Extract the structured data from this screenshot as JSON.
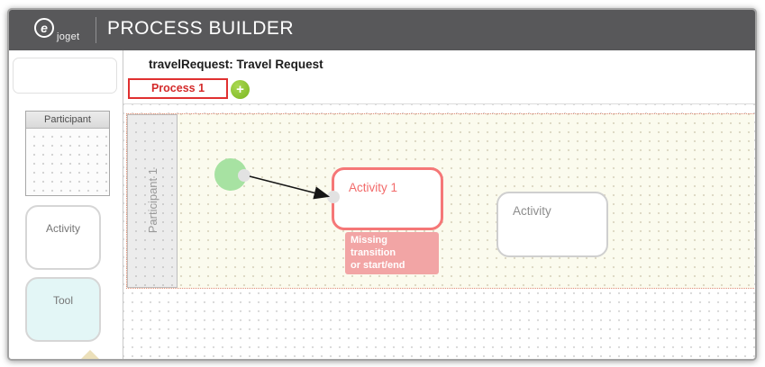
{
  "header": {
    "logo_glyph": "e",
    "logo_text": "joget",
    "app_title": "PROCESS BUILDER"
  },
  "palette": {
    "items": [
      {
        "label": "Participant"
      },
      {
        "label": "Activity"
      },
      {
        "label": "Tool"
      }
    ]
  },
  "workspace": {
    "title": "travelRequest: Travel Request",
    "tabs": [
      {
        "label": "Process 1",
        "active": true
      }
    ],
    "add_button_label": "+"
  },
  "canvas": {
    "lane_label": "Participant 1",
    "nodes": [
      {
        "type": "start",
        "label": ""
      },
      {
        "type": "activity",
        "label": "Activity 1",
        "state": "error"
      },
      {
        "type": "activity",
        "label": "Activity",
        "state": "normal"
      }
    ],
    "tooltip": {
      "line1": "Missing transition",
      "line2": "or start/end"
    }
  },
  "colors": {
    "header_bg": "#58585a",
    "tab_red": "#e03030",
    "add_green": "#8dc63f",
    "error_border": "#f57777",
    "tooltip_bg": "#f2a5a5",
    "pool_bg": "#fbfbee",
    "start_node_green": "#a7e2a2"
  }
}
